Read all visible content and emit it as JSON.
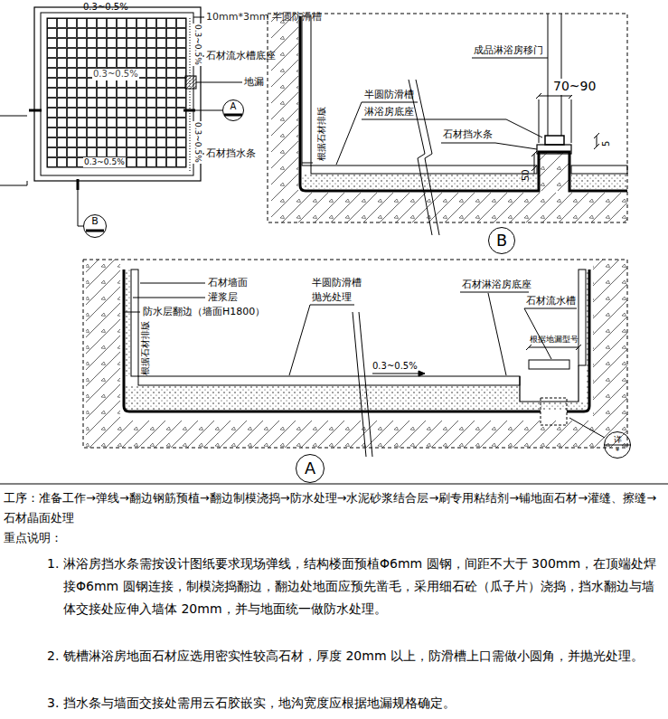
{
  "diagram": {
    "nodes": [
      {
        "text": [
          "A"
        ]
      },
      {
        "text": [
          "B"
        ]
      },
      {
        "text": [
          "B"
        ]
      },
      {
        "text": [
          "A"
        ]
      },
      {
        "text": [
          "详",
          "*"
        ]
      }
    ],
    "labels": [
      "0.3~0.5%",
      "10mm*3mm 半圆防滑槽",
      "0.3~0.5%",
      "石材流水槽底座",
      "地漏",
      "0.3~0.5%",
      "0.3~0.5%",
      "石材挡水条",
      "0.3~0.5%",
      "成品淋浴房移门",
      "70~90",
      "半圆防滑槽",
      "淋浴房底座",
      "根据石材排版",
      "石材挡水条",
      "50",
      "5",
      "石材墙面",
      "灌浆层",
      "防水层翻边（墙面H1800）",
      "半圆防滑槽",
      "抛光处理",
      "石材淋浴房底座",
      "石材流水槽",
      "根据石材排版",
      "根据地漏型号",
      "0.3~0.5%",
      "工序：准备工作→弹线→翻边钢筋预植→翻边制模浇捣→防水处理→水泥砂浆结合层→刷专用粘结剂→铺地面石材→灌缝、擦缝→石材晶面处理",
      "重点说明：",
      "1.",
      "淋浴房挡水条需按设计图纸要求现场弹线，结构楼面预植Φ6mm 圆钢，间距不大于 300mm，在顶端处焊接Φ6mm 圆钢连接，制模浇捣翻边，翻边处地面应预先凿毛，采用细石砼（瓜子片）浇捣，挡水翻边与墙体交接处应伸入墙体 20mm，并与地面统一做防水处理。",
      "2.",
      "铣槽淋浴房地面石材应选用密实性较高石材，厚度 20mm 以上，防滑槽上口需做小圆角，并抛光处理。",
      "3.",
      "挡水条与墙面交接处需用云石胶嵌实，地沟宽度应根据地漏规格确定。"
    ]
  }
}
